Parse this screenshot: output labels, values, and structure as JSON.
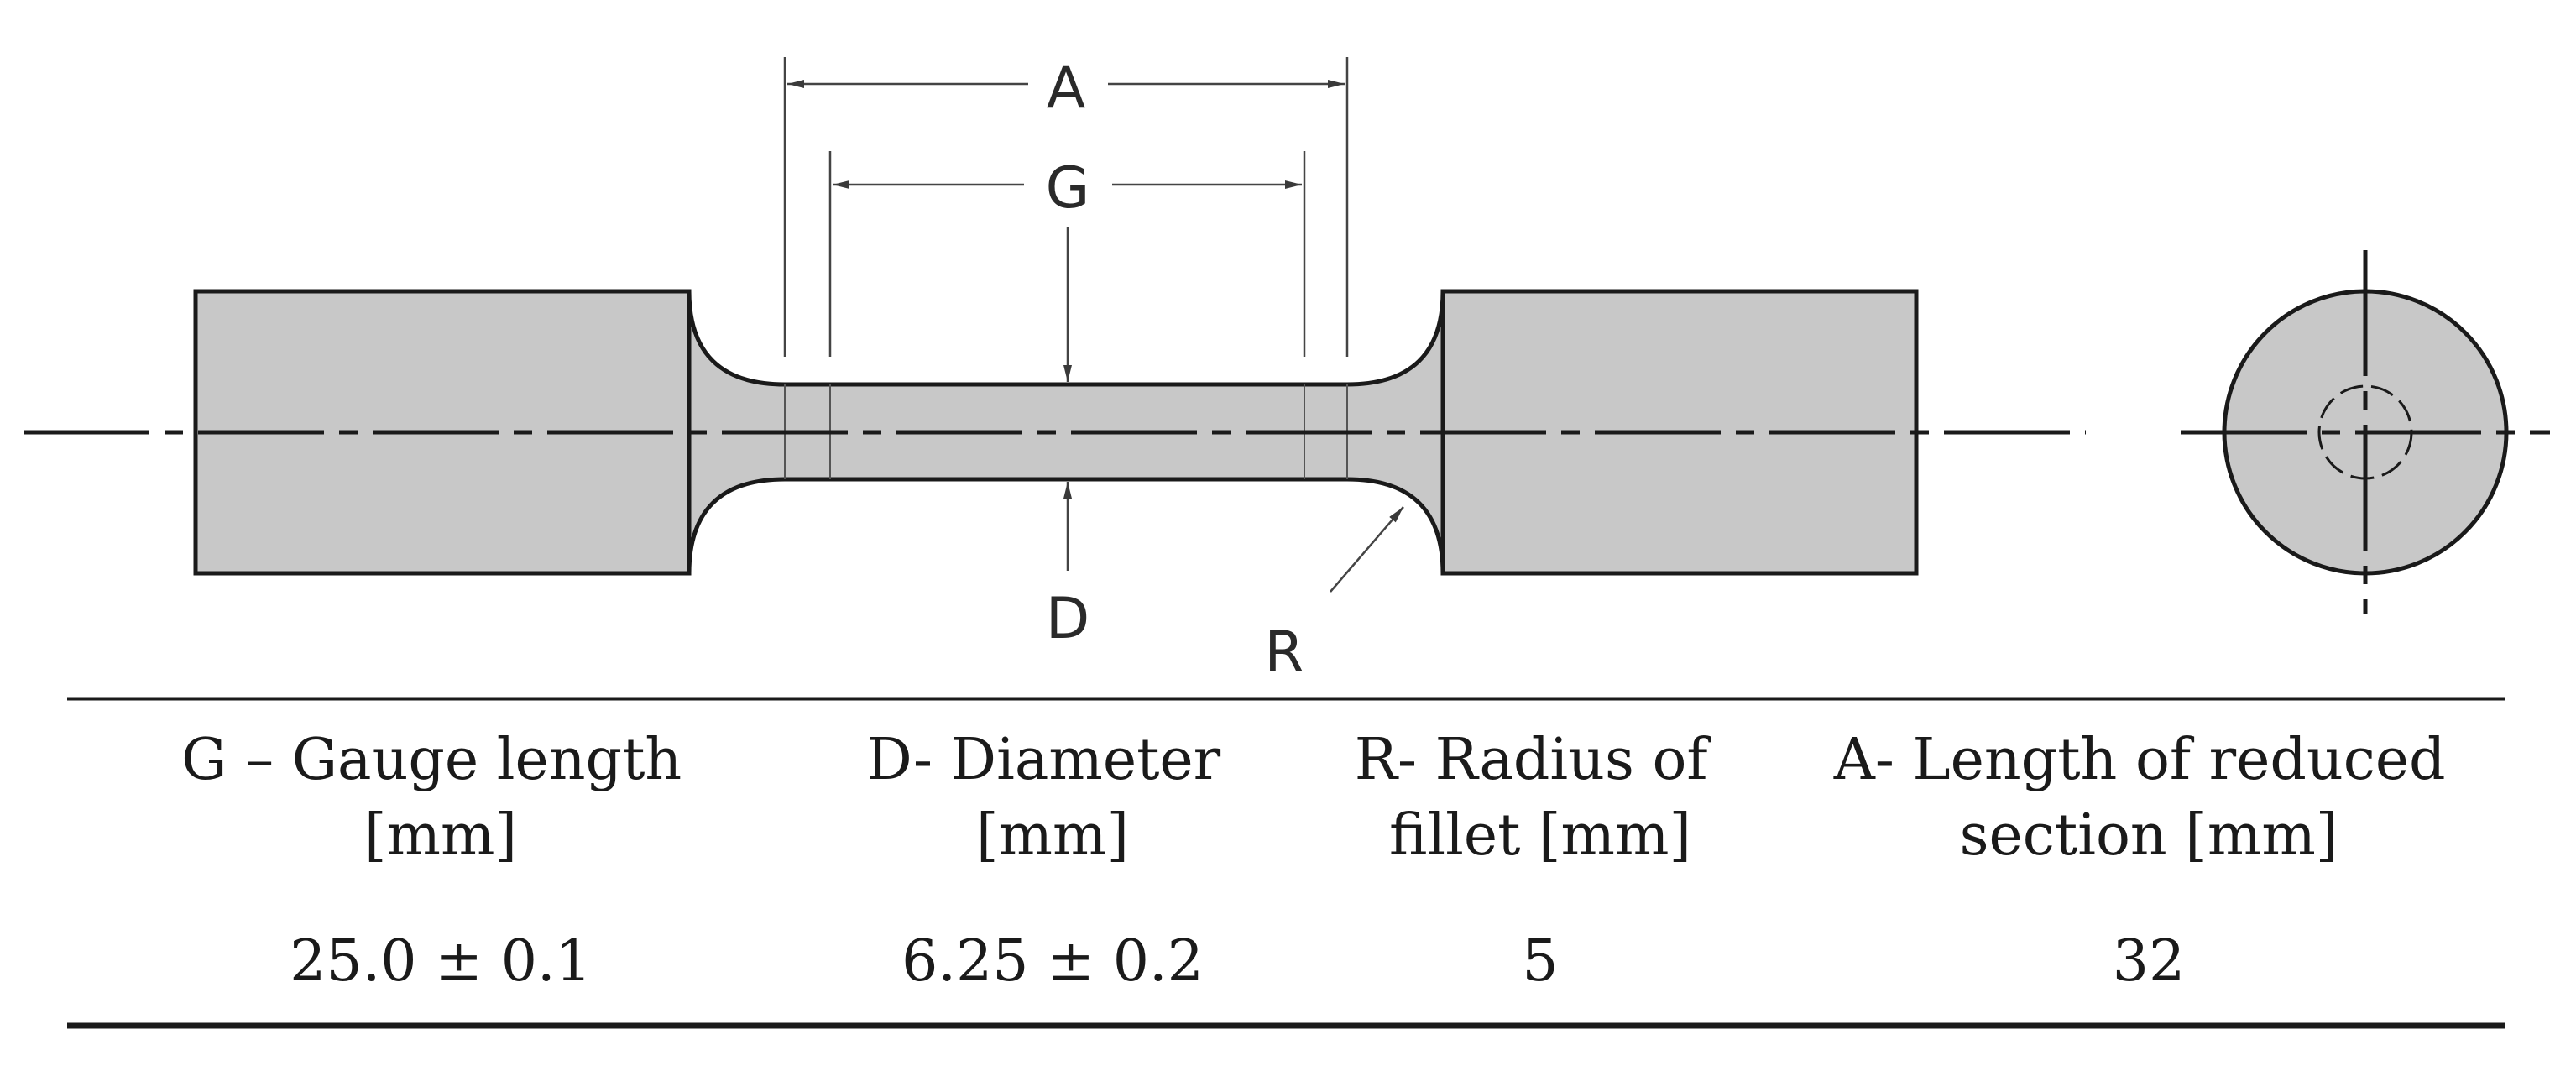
{
  "dimension_labels": {
    "a": "A",
    "g": "G",
    "d": "D",
    "r": "R"
  },
  "table": {
    "columns": [
      {
        "header_lines": [
          "G – Gauge length",
          "[mm]"
        ],
        "value": "25.0 ± 0.1"
      },
      {
        "header_lines": [
          "D- Diameter",
          "[mm]"
        ],
        "value": "6.25 ± 0.2"
      },
      {
        "header_lines": [
          "R- Radius of",
          "fillet [mm]"
        ],
        "value": "5"
      },
      {
        "header_lines": [
          "A- Length of reduced",
          "section [mm]"
        ],
        "value": "32"
      }
    ]
  },
  "colors": {
    "specimen_fill": "#c8c8c8",
    "outline": "#1a1a1a",
    "dimension_line": "#444444"
  }
}
